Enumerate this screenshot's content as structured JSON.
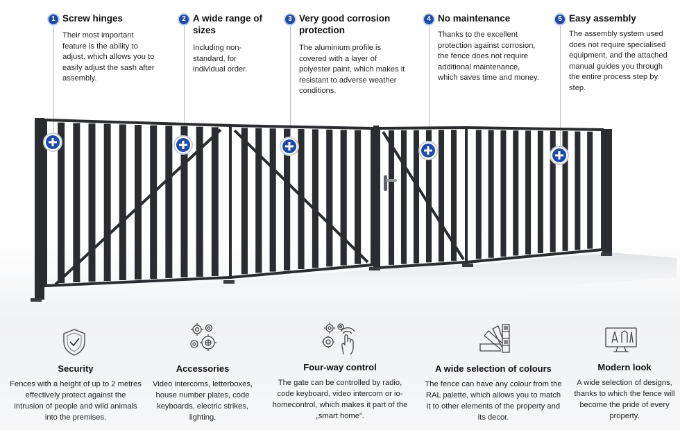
{
  "features": [
    {
      "number": "1",
      "title": "Screw hinges",
      "description": "Their most important feature is the ability to adjust, which allows you to easily adjust the sash after assembly."
    },
    {
      "number": "2",
      "title": "A wide range of sizes",
      "description": "Including non-standard, for individual order."
    },
    {
      "number": "3",
      "title": "Very good corrosion protection",
      "description": "The aluminium profile is covered with a layer of polyester paint, which makes it resistant to adverse weather conditions."
    },
    {
      "number": "4",
      "title": "No maintenance",
      "description": "Thanks to the excellent protection against corrosion, the fence does not require additional maintenance, which saves time and money."
    },
    {
      "number": "5",
      "title": "Easy assembly",
      "description": "The assembly system used does not require specialised equipment, and the attached manual guides you through the entire process step by step."
    }
  ],
  "benefits": [
    {
      "icon": "shield-check-icon",
      "title": "Security",
      "description": "Fences with a height of up to 2 metres effectively protect against the intrusion of people and wild animals into the premises."
    },
    {
      "icon": "gears-icon",
      "title": "Accessories",
      "description": "Video intercoms, letterboxes, house number plates, code keyboards, electric strikes, lighting."
    },
    {
      "icon": "gears-hand-icon",
      "title": "Four-way control",
      "description": "The gate can be controlled by radio, code keyboard, video intercom or io-homecontrol, which makes it part of the „smart home”."
    },
    {
      "icon": "colour-swatch-icon",
      "title": "A wide selection of colours",
      "description": "The fence can have any colour from the RAL palette, which allows you to match it to other elements of the property and its decor."
    },
    {
      "icon": "design-monitor-icon",
      "title": "Modern look",
      "description": "A wide selection of designs, thanks to which the fence will become the pride of every property."
    }
  ],
  "colors": {
    "accent": "#1f4aa8",
    "fence": "#2b2c2f",
    "text": "#1a1a1a"
  },
  "hotspot_icon": "plus-circle-icon"
}
